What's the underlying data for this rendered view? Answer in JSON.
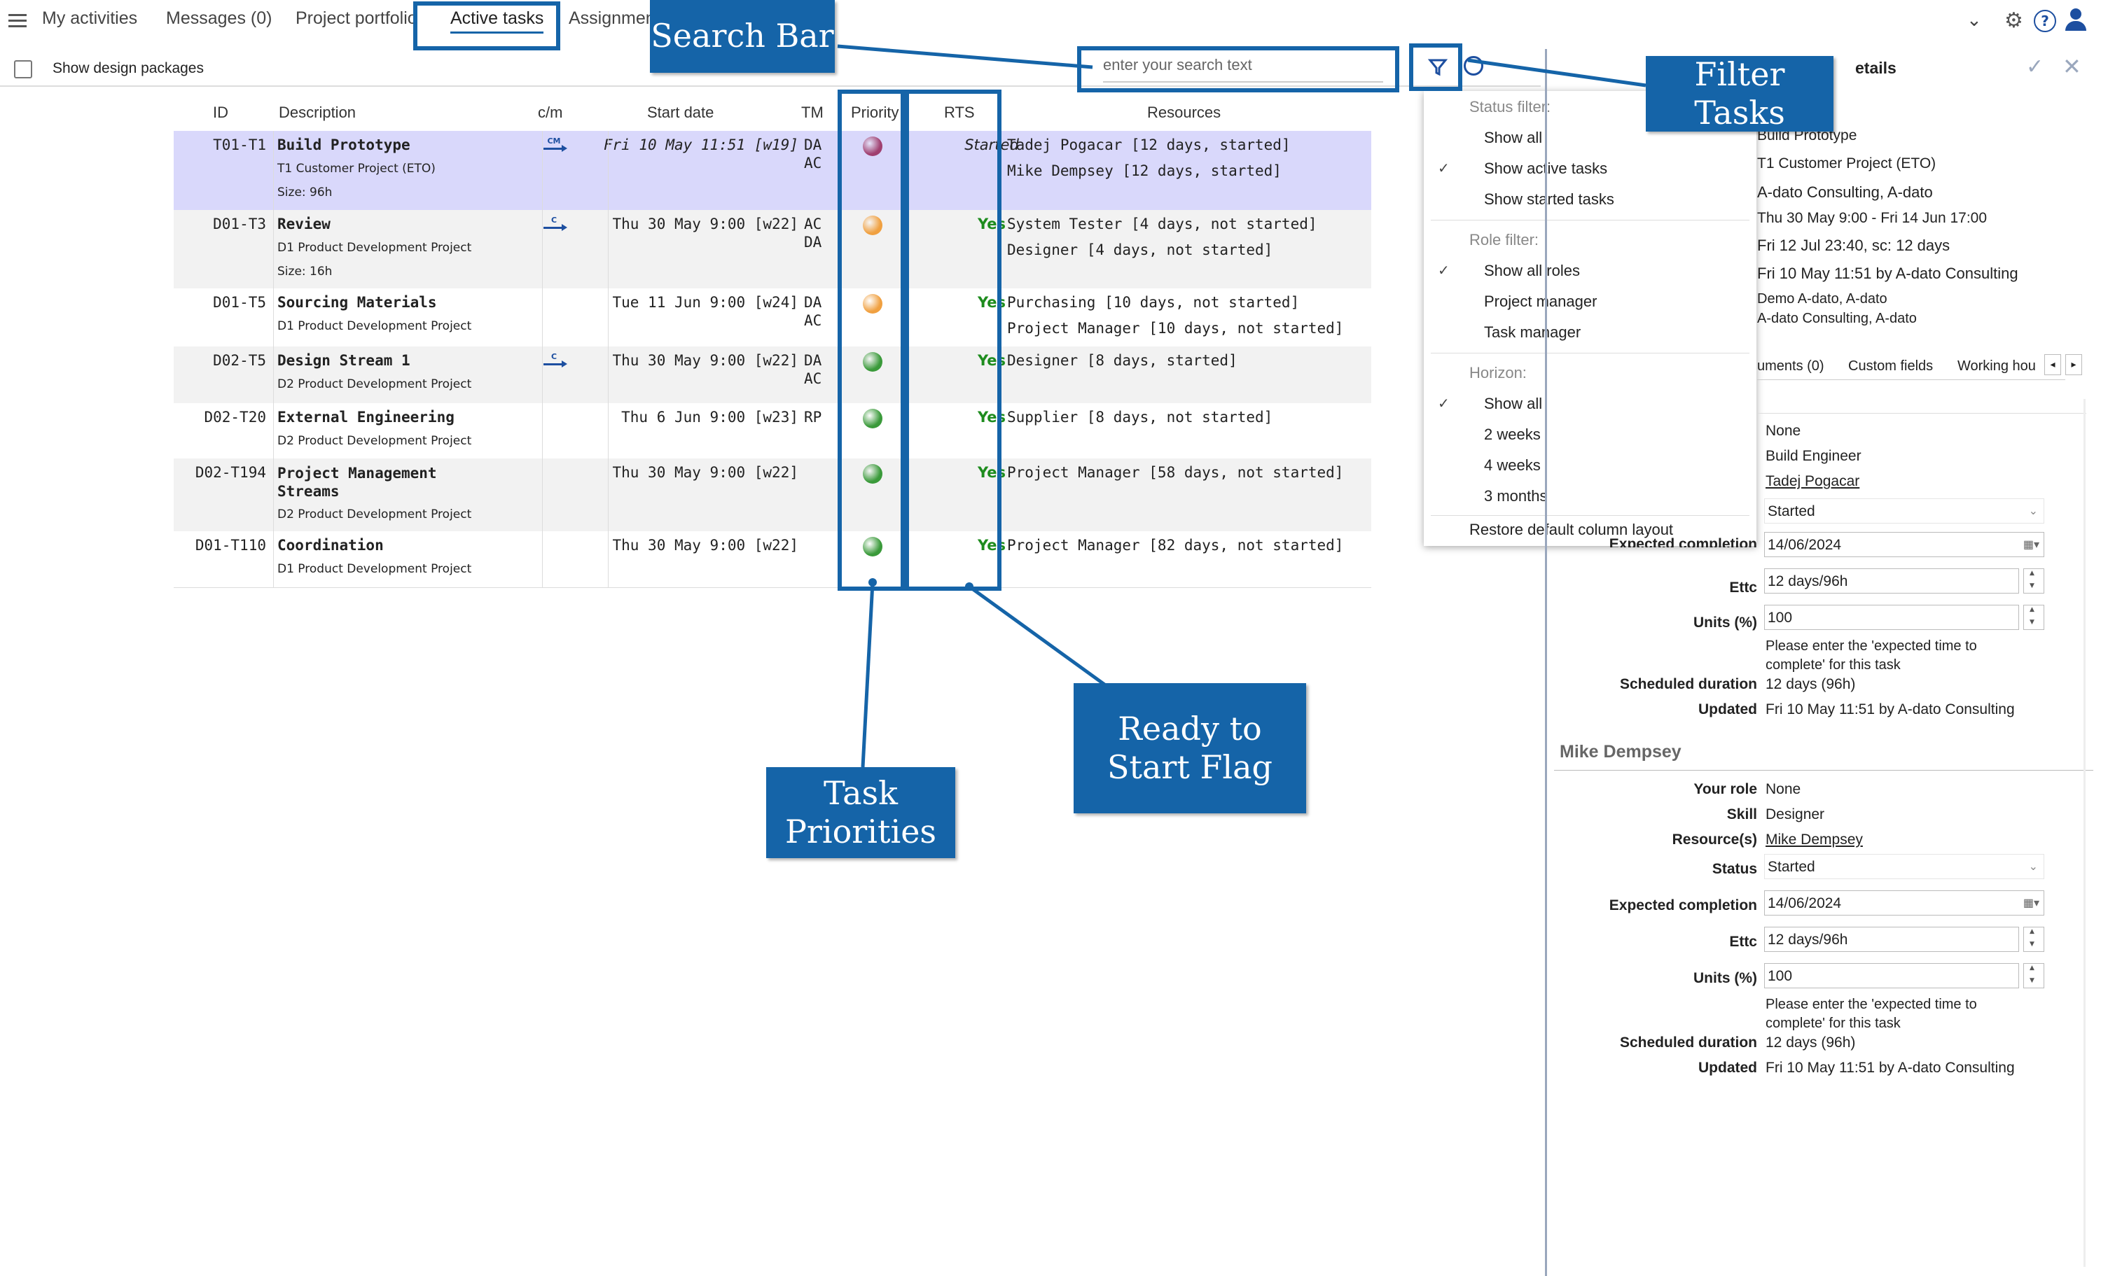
{
  "nav": {
    "tabs": [
      "My activities",
      "Messages (0)",
      "Project portfolio",
      "Active tasks",
      "Assignments"
    ],
    "active_tab": "Active tasks"
  },
  "toolbar": {
    "show_design_packages": "Show design packages",
    "search_placeholder": "enter your search text"
  },
  "table": {
    "headers": [
      "ID",
      "Description",
      "c/m",
      "Start date",
      "TM",
      "Priority",
      "RTS",
      "Resources"
    ],
    "rows": [
      {
        "id": "T01-T1",
        "desc": "Build Prototype",
        "project": "T1 Customer Project (ETO)",
        "size": "Size: 96h",
        "cm": "CM",
        "start": "Fri 10 May 11:51 [w19]",
        "tm": [
          "DA",
          "AC"
        ],
        "priority": "#a04070",
        "rts": "Started",
        "resources": [
          "Tadej Pogacar [12 days, started]",
          "Mike Dempsey [12 days, started]"
        ]
      },
      {
        "id": "D01-T3",
        "desc": "Review",
        "project": "D1 Product Development Project",
        "size": "Size: 16h",
        "cm": "C",
        "start": "Thu 30 May 9:00 [w22]",
        "tm": [
          "AC",
          "DA"
        ],
        "priority": "#f0a040",
        "rts": "Yes",
        "resources": [
          "System Tester [4 days, not started]",
          "Designer [4 days, not started]"
        ]
      },
      {
        "id": "D01-T5",
        "desc": "Sourcing Materials",
        "project": "D1 Product Development Project",
        "size": "",
        "cm": "",
        "start": "Tue 11 Jun 9:00 [w24]",
        "tm": [
          "DA",
          "AC"
        ],
        "priority": "#f0a040",
        "rts": "Yes",
        "resources": [
          "Purchasing [10 days, not started]",
          "Project Manager [10 days, not started]"
        ]
      },
      {
        "id": "D02-T5",
        "desc": "Design Stream 1",
        "project": "D2 Product Development Project",
        "size": "",
        "cm": "C",
        "start": "Thu 30 May 9:00 [w22]",
        "tm": [
          "DA",
          "AC"
        ],
        "priority": "#3a9a3a",
        "rts": "Yes",
        "resources": [
          "Designer [8 days, started]"
        ]
      },
      {
        "id": "D02-T20",
        "desc": "External Engineering",
        "project": "D2 Product Development Project",
        "size": "",
        "cm": "",
        "start": "Thu 6 Jun 9:00 [w23]",
        "tm": [
          "RP"
        ],
        "priority": "#3a9a3a",
        "rts": "Yes",
        "resources": [
          "Supplier [8 days, not started]"
        ]
      },
      {
        "id": "D02-T194",
        "desc": "Project Management Streams",
        "project": "D2 Product Development Project",
        "size": "",
        "cm": "",
        "start": "Thu 30 May 9:00 [w22]",
        "tm": [],
        "priority": "#3a9a3a",
        "rts": "Yes",
        "resources": [
          "Project Manager [58 days, not started]"
        ]
      },
      {
        "id": "D01-T110",
        "desc": "Coordination",
        "project": "D1 Product Development Project",
        "size": "",
        "cm": "",
        "start": "Thu 30 May 9:00 [w22]",
        "tm": [],
        "priority": "#3a9a3a",
        "rts": "Yes",
        "resources": [
          "Project Manager [82 days, not started]"
        ]
      }
    ]
  },
  "filter_menu": {
    "status_header": "Status filter:",
    "status_items": [
      "Show all",
      "Show active tasks",
      "Show started tasks"
    ],
    "status_checked": 1,
    "role_header": "Role filter:",
    "role_items": [
      "Show all roles",
      "Project manager",
      "Task manager"
    ],
    "role_checked": 0,
    "horizon_header": "Horizon:",
    "horizon_items": [
      "Show all",
      "2 weeks",
      "4 weeks",
      "3 months"
    ],
    "horizon_checked": 0,
    "restore": "Restore default column layout"
  },
  "details": {
    "title_partial": "etails",
    "summary": [
      "Build Prototype",
      "T1 Customer Project (ETO)",
      "A-dato Consulting, A-dato",
      "Thu 30 May 9:00 - Fri 14 Jun 17:00",
      "Fri 12 Jul 23:40, sc: 12 days",
      "Fri 10 May 11:51 by A-dato Consulting",
      "Demo A-dato, A-dato",
      "A-dato Consulting, A-dato"
    ],
    "tabs": [
      "uments (0)",
      "Custom fields",
      "Working hou"
    ],
    "res1": {
      "role": "None",
      "skill": "Build Engineer",
      "resource": "Tadej Pogacar",
      "status": "Started",
      "exp_label_partial": "Expected completion",
      "expected": "14/06/2024",
      "ettc_label": "Ettc",
      "ettc": "12 days/96h",
      "units_label": "Units (%)",
      "units": "100",
      "note": "Please enter the 'expected time to complete' for this task",
      "sched_label": "Scheduled duration",
      "sched": "12 days (96h)",
      "updated_label": "Updated",
      "updated": "Fri 10 May 11:51 by A-dato Consulting"
    },
    "res2_name": "Mike Dempsey",
    "res2": {
      "role_label": "Your role",
      "role": "None",
      "skill_label": "Skill",
      "skill": "Designer",
      "resource_label": "Resource(s)",
      "resource": "Mike Dempsey",
      "status_label": "Status",
      "status": "Started",
      "exp_label": "Expected completion",
      "expected": "14/06/2024",
      "ettc_label": "Ettc",
      "ettc": "12 days/96h",
      "units_label": "Units (%)",
      "units": "100",
      "note": "Please enter the 'expected time to complete' for this task",
      "sched_label": "Scheduled duration",
      "sched": "12 days (96h)",
      "updated_label": "Updated",
      "updated": "Fri 10 May 11:51 by A-dato Consulting"
    }
  },
  "annotations": {
    "search_bar": "Search Bar",
    "filter_tasks": "Filter Tasks",
    "task_priorities": "Task Priorities",
    "ready_to_start": "Ready to Start Flag"
  },
  "colors": {
    "accent": "#1564a8",
    "selected_row": "#d9d8fb",
    "alt_row": "#f2f2f2"
  }
}
